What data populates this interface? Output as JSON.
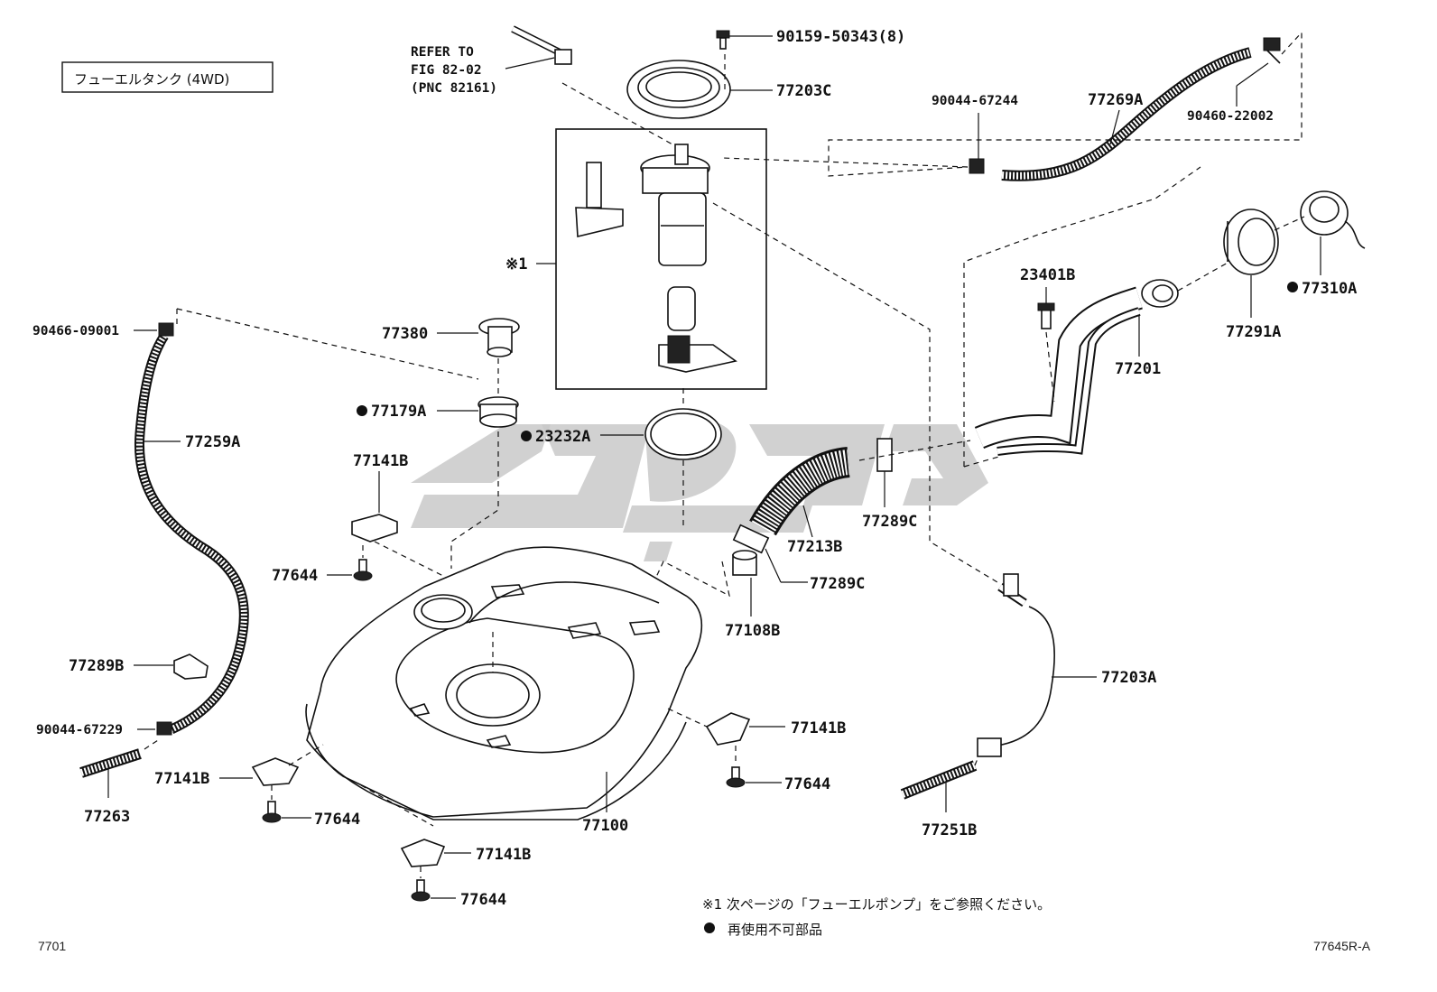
{
  "title": "フューエルタンク (4WD)",
  "corner_left": "7701",
  "corner_right": "77645R-A",
  "refer": {
    "line1": "REFER TO",
    "line2": "FIG 82-02",
    "line3": "(PNC 82161)"
  },
  "subassembly_mark": "※1",
  "notes": {
    "note1": "※1 次ページの「フューエルポンプ」をご参照ください。",
    "note2": "再使用不可部品"
  },
  "parts": {
    "p90159": "90159-50343(8)",
    "p77203C": "77203C",
    "p90044a": "90044-67244",
    "p77269A": "77269A",
    "p90460": "90460-22002",
    "p23401B": "23401B",
    "p77310A": "77310A",
    "p77291A": "77291A",
    "p77201": "77201",
    "p90466": "90466-09001",
    "p77380": "77380",
    "p77179A": "77179A",
    "p23232A": "23232A",
    "p77259A": "77259A",
    "p77141B_a": "77141B",
    "p77644_a": "77644",
    "p77213B": "77213B",
    "p77289C_a": "77289C",
    "p77289C_b": "77289C",
    "p77108B": "77108B",
    "p77289B": "77289B",
    "p77203A": "77203A",
    "p90044b": "90044-67229",
    "p77141B_b": "77141B",
    "p77644_b": "77644",
    "p77141B_c": "77141B",
    "p77644_c": "77644",
    "p77263": "77263",
    "p77100": "77100",
    "p77251B": "77251B",
    "p77141B_d": "77141B",
    "p77644_d": "77644"
  }
}
